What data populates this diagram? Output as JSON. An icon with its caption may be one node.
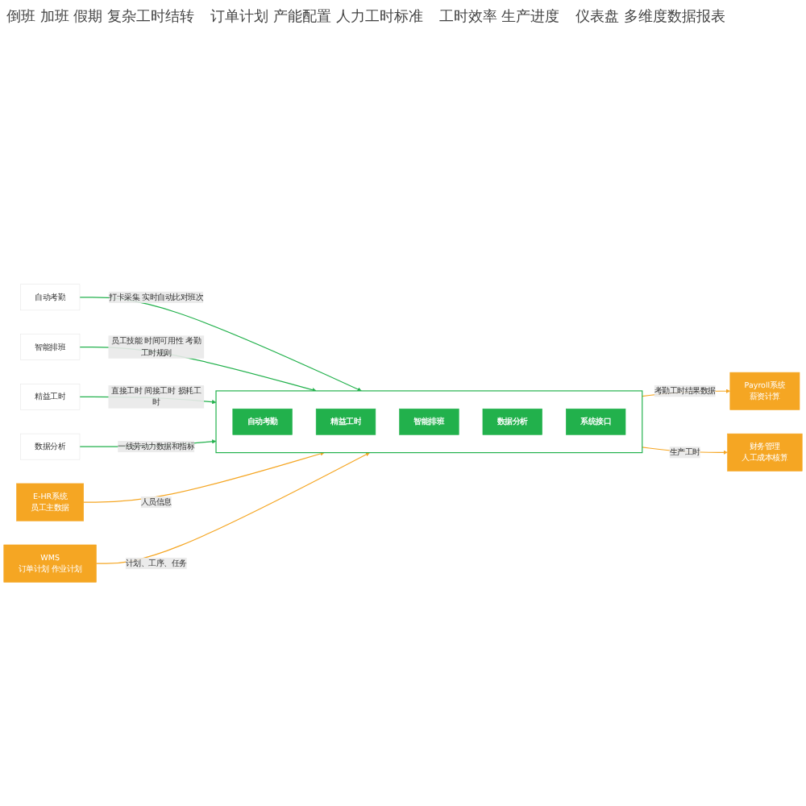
{
  "diagram": {
    "nodes": [
      {
        "text": [],
        "shape": "box"
      },
      {
        "text": [
          "自动考勤"
        ],
        "in": 0
      },
      {
        "text": [
          "精益工时"
        ],
        "in": 0
      },
      {
        "text": [
          "智能排班"
        ],
        "in": 0
      },
      {
        "text": [
          "数据分析"
        ],
        "in": 0
      },
      {
        "text": [
          "系统接口"
        ],
        "in": 0
      },
      {
        "text": [
          "自动考勤"
        ]
      },
      {
        "text": [
          "智能排班"
        ]
      },
      {
        "text": [
          "精益工时"
        ]
      },
      {
        "text": [
          "数据分析"
        ]
      },
      {
        "text": [
          "E-HR系统",
          "员工主数据"
        ]
      },
      {
        "text": [
          "Payroll系统",
          "薪资计算"
        ]
      },
      {
        "text": [
          "WMS",
          "订单计划 作业计划"
        ]
      },
      {
        "text": [
          "财务管理",
          "人工成本核算"
        ]
      }
    ],
    "edges": [
      {
        "from": 6,
        "to": 0,
        "arrow": "to",
        "label": "打卡采集 实时自动比对班次",
        "color": "#22b14c"
      },
      {
        "from": 7,
        "to": 0,
        "arrow": "to",
        "label": "员工技能 时间可用性 考勤工时规则",
        "color": "#22b14c"
      },
      {
        "from": 8,
        "to": 0,
        "arrow": "to",
        "label": "直接工时 间接工时 损耗工时",
        "color": "#22b14c"
      },
      {
        "from": 9,
        "to": 0,
        "arrow": "to",
        "label": "一线劳动力数据和指标",
        "color": "#22b14c"
      },
      {
        "from": 10,
        "to": 0,
        "arrow": "to",
        "label": "人员信息",
        "color": "#f5a623"
      },
      {
        "from": 0,
        "to": 11,
        "arrow": "to",
        "label": "考勤工时结果数据",
        "color": "#f5a623"
      },
      {
        "from": 12,
        "to": 0,
        "arrow": "to",
        "label": "计划、工序、任务",
        "color": "#f5a623"
      },
      {
        "from": 0,
        "to": 13,
        "arrow": "to",
        "label": "生产工时",
        "color": "#f5a623"
      }
    ],
    "labels": [
      "倒班 加班 假期 复杂工时结转",
      "订单计划 产能配置 人力工时标准",
      "工时效率 生产进度",
      "仪表盘 多维度数据报表"
    ]
  }
}
